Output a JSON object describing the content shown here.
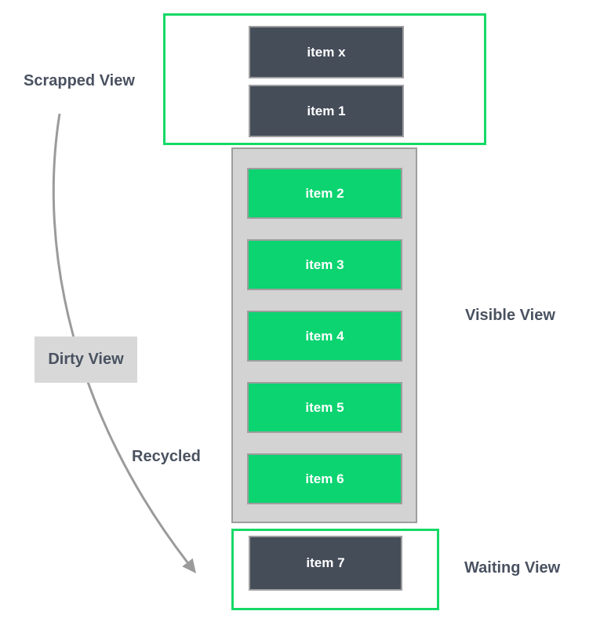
{
  "colors": {
    "background": "#ffffff",
    "green_accent": "#15d967",
    "green_item": "#0bd470",
    "dark_item": "#454d59",
    "gray_container": "#d3d3d3",
    "gray_border": "#9e9e9e",
    "dirty_box": "#d8d8d8",
    "label_text": "#4a5261",
    "item_text": "#ffffff",
    "arrow": "#9b9b9b"
  },
  "labels": {
    "scrapped": "Scrapped View",
    "dirty": "Dirty View",
    "recycled": "Recycled",
    "visible": "Visible View",
    "waiting": "Waiting View"
  },
  "scrapped_items": [
    "item x",
    "item 1"
  ],
  "visible_items": [
    "item 2",
    "item 3",
    "item 4",
    "item 5",
    "item 6"
  ],
  "waiting_items": [
    "item 7"
  ]
}
